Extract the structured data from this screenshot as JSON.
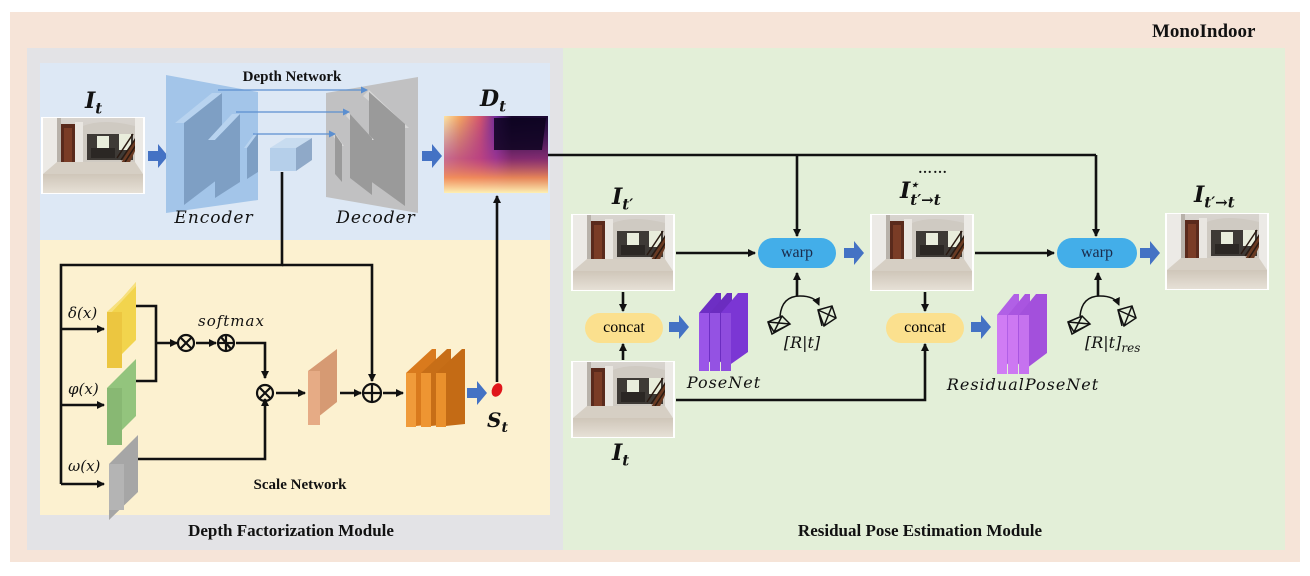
{
  "title": "MonoIndoor",
  "modules": {
    "depth_factorization": {
      "label": "Depth Factorization Module",
      "depth_network": {
        "label": "Depth Network",
        "encoder_label": "Encoder",
        "decoder_label": "Decoder",
        "input_label": "I",
        "input_sub": "t",
        "output_label": "D",
        "output_sub": "t"
      },
      "scale_network": {
        "label": "Scale Network",
        "branches": [
          "δ(x)",
          "φ(x)",
          "ω(x)"
        ],
        "softmax_label": "softmax",
        "output_label": "S",
        "output_sub": "t"
      }
    },
    "residual_pose": {
      "label": "Residual Pose Estimation Module",
      "source_image": {
        "label": "I",
        "sub": "t′"
      },
      "target_image": {
        "label": "I",
        "sub": "t"
      },
      "intermediate_image": {
        "label": "I",
        "sup": "⋆",
        "sub": "t′→t"
      },
      "final_image": {
        "label": "I",
        "sub": "t′→t"
      },
      "ellipsis": "…… ",
      "concat_label": "concat",
      "warp_label": "warp",
      "posenet_label": "PoseNet",
      "residual_posenet_label": "ResidualPoseNet",
      "pose_label": "[R|t]",
      "residual_pose_label": "[R|t]",
      "residual_pose_sub": "res"
    }
  },
  "colors": {
    "outer_bg": "#f6e4d8",
    "depth_module_bg": "#e3e3e6",
    "depth_net_bg": "#dde8f5",
    "scale_net_bg": "#fcf1d0",
    "pose_module_bg": "#e3efd8",
    "encoder": "#9fc3e8",
    "decoder": "#bfbfbf",
    "warp": "#43aee9",
    "concat": "#fbe08e",
    "posenet": "#8a47d8",
    "residual_posenet": "#b45fe8",
    "scale_out": "#e0151a",
    "block_arrow": "#4472c4",
    "delta_block": "#f2d44d",
    "phi_block": "#93c47d",
    "omega_block": "#a6a6a6",
    "fusion_block": "#e6ab85",
    "orange_stack": "#e98b25"
  }
}
